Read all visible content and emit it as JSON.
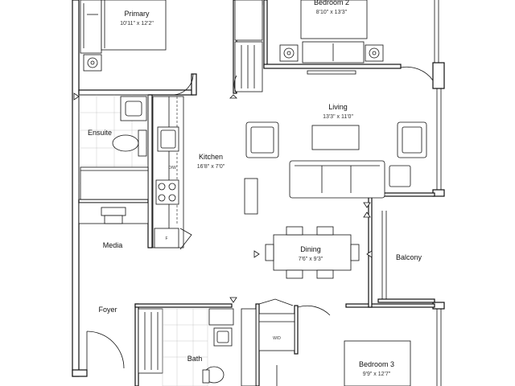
{
  "rooms": {
    "primary": {
      "name": "Primary",
      "dims": "10'11\" x 12'2\""
    },
    "bedroom2": {
      "name": "Bedroom 2",
      "dims": "8'10\" x 13'3\""
    },
    "living": {
      "name": "Living",
      "dims": "13'3\" x 11'0\""
    },
    "kitchen": {
      "name": "Kitchen",
      "dims": "16'8\" x 7'0\""
    },
    "ensuite": {
      "name": "Ensuite"
    },
    "media": {
      "name": "Media"
    },
    "dining": {
      "name": "Dining",
      "dims": "7'6\" x 9'3\""
    },
    "balcony": {
      "name": "Balcony"
    },
    "foyer": {
      "name": "Foyer"
    },
    "bath": {
      "name": "Bath"
    },
    "bedroom3": {
      "name": "Bedroom 3",
      "dims": "9'9\" x 12'7\""
    }
  },
  "fixtures": {
    "dishwasher": "D/W",
    "washer_dryer": "W/D",
    "fridge": "F"
  }
}
